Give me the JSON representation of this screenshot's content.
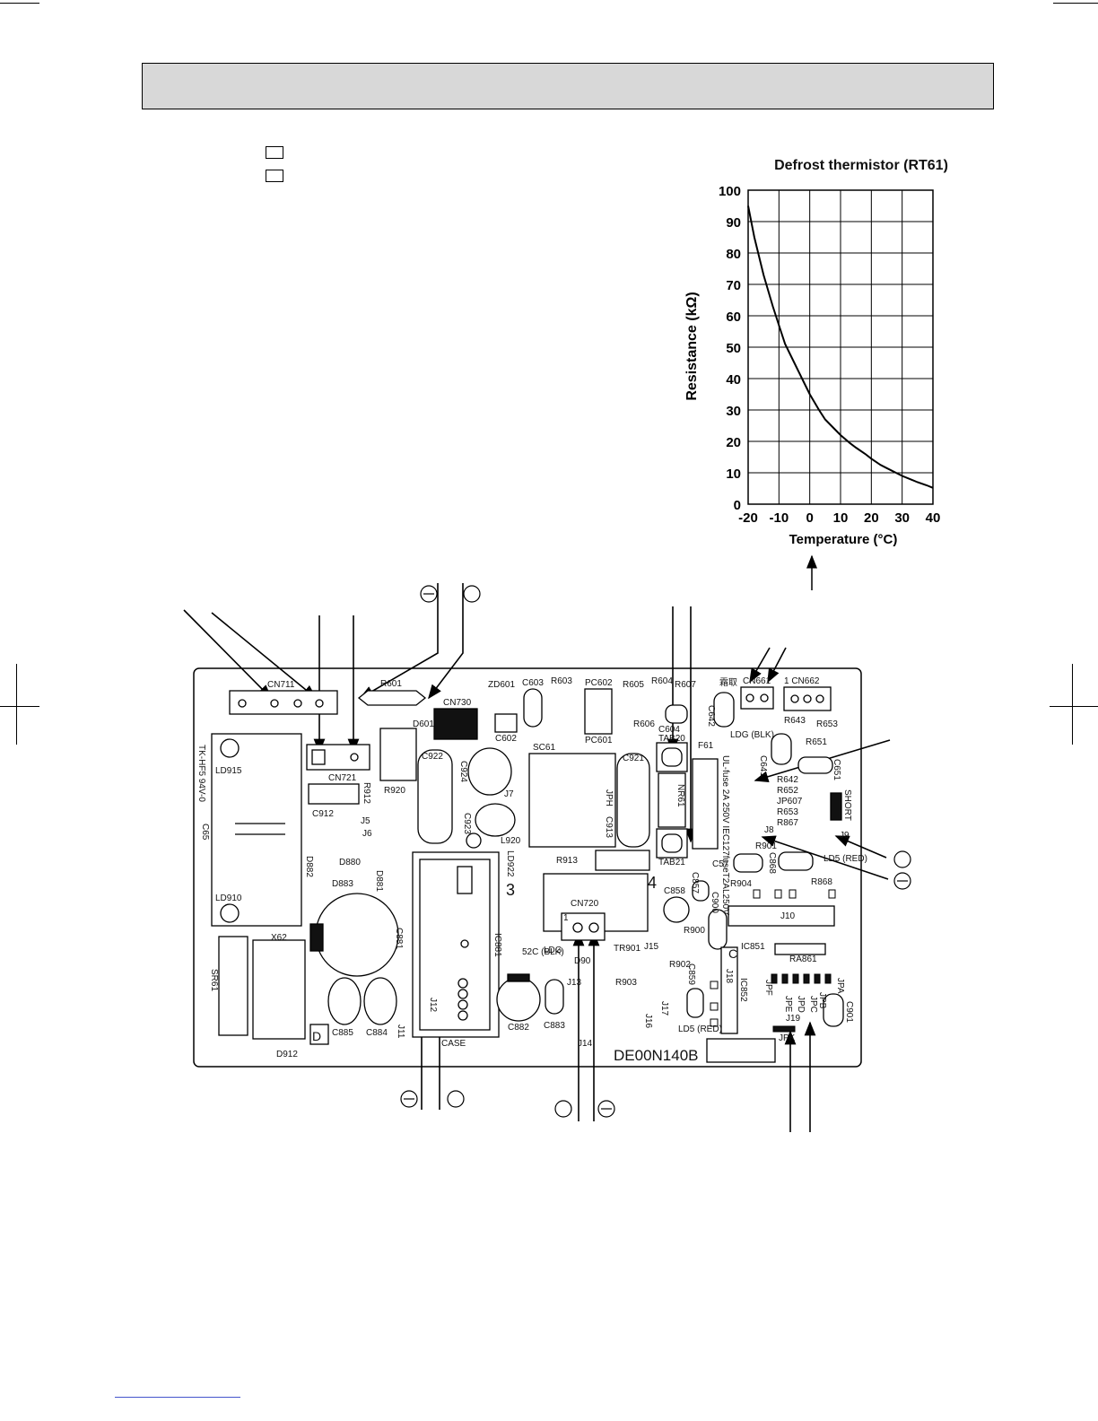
{
  "chart_data": {
    "type": "line",
    "title": "Defrost thermistor  (RT61)",
    "xlabel": "Temperature  (°C)",
    "ylabel": "Resistance  (kΩ)",
    "xlim": [
      -20,
      40
    ],
    "ylim": [
      0,
      100
    ],
    "x_ticks": [
      -20,
      -10,
      0,
      10,
      20,
      30,
      40
    ],
    "y_ticks": [
      0,
      10,
      20,
      30,
      40,
      50,
      60,
      70,
      80,
      90,
      100
    ],
    "grid": true,
    "series": [
      {
        "x": [
          -20,
          -18,
          -15,
          -12,
          -10,
          -8,
          -5,
          -2,
          0,
          3,
          5,
          8,
          10,
          13,
          15,
          18,
          20,
          23,
          25,
          28,
          30,
          33,
          35,
          38,
          40
        ],
        "y": [
          95,
          85,
          73,
          63,
          57,
          51,
          45,
          39,
          35,
          30,
          27,
          24,
          22,
          19.5,
          18,
          16,
          14.5,
          12.5,
          11.5,
          10,
          9,
          7.8,
          7,
          6,
          5.2
        ]
      }
    ]
  },
  "board": {
    "label": "DE00N140B",
    "components": [
      {
        "id": "cn711",
        "label": "CN711"
      },
      {
        "id": "cn721",
        "label": "CN721"
      },
      {
        "id": "r601",
        "label": "R601"
      },
      {
        "id": "cn730",
        "label": "CN730"
      },
      {
        "id": "d601",
        "label": "D601"
      },
      {
        "id": "zd601",
        "label": "ZD601"
      },
      {
        "id": "c603",
        "label": "C603"
      },
      {
        "id": "r603",
        "label": "R603"
      },
      {
        "id": "pc602",
        "label": "PC602"
      },
      {
        "id": "pc601",
        "label": "PC601"
      },
      {
        "id": "r605",
        "label": "R605"
      },
      {
        "id": "r604",
        "label": "R604"
      },
      {
        "id": "r607",
        "label": "R607"
      },
      {
        "id": "r606",
        "label": "R606"
      },
      {
        "id": "c602",
        "label": "C602"
      },
      {
        "id": "c604",
        "label": "C604"
      },
      {
        "id": "tab20",
        "label": "TAB20"
      },
      {
        "id": "c642",
        "label": "C642"
      },
      {
        "id": "cn661",
        "label": "CN661"
      },
      {
        "id": "cn662",
        "label": "1 CN662"
      },
      {
        "id": "r643",
        "label": "R643"
      },
      {
        "id": "r653",
        "label": "R653"
      },
      {
        "id": "r651",
        "label": "R651"
      },
      {
        "id": "c651",
        "label": "C651"
      },
      {
        "id": "r642",
        "label": "R642"
      },
      {
        "id": "r652",
        "label": "R652"
      },
      {
        "id": "jp607",
        "label": "JP607"
      },
      {
        "id": "r653b",
        "label": "R653"
      },
      {
        "id": "r867",
        "label": "R867"
      },
      {
        "id": "j8",
        "label": "J8"
      },
      {
        "id": "j9",
        "label": "J9"
      },
      {
        "id": "short",
        "label": "SHORT"
      },
      {
        "id": "ldg1",
        "label": "LDG (BLK)"
      },
      {
        "id": "c641",
        "label": "C641"
      },
      {
        "id": "f61",
        "label": "F61"
      },
      {
        "id": "fuse",
        "label": "UL-fuse 2A 250V IEC127fuseT2AL250V"
      },
      {
        "id": "nr61",
        "label": "NR61"
      },
      {
        "id": "tab21",
        "label": "TAB21"
      },
      {
        "id": "c921",
        "label": "C921"
      },
      {
        "id": "jph",
        "label": "JPH"
      },
      {
        "id": "c913",
        "label": "C913"
      },
      {
        "id": "sc61",
        "label": "SC61"
      },
      {
        "id": "c922",
        "label": "C922"
      },
      {
        "id": "c924",
        "label": "C924"
      },
      {
        "id": "j7",
        "label": "J7"
      },
      {
        "id": "c923",
        "label": "C923"
      },
      {
        "id": "l920",
        "label": "L920"
      },
      {
        "id": "r920",
        "label": "R920"
      },
      {
        "id": "r912",
        "label": "R912"
      },
      {
        "id": "c912",
        "label": "C912"
      },
      {
        "id": "ld915",
        "label": "LD915"
      },
      {
        "id": "c65",
        "label": "C65"
      },
      {
        "id": "ld910",
        "label": "LD910"
      },
      {
        "id": "tk",
        "label": "TK-HF5 94V-0"
      },
      {
        "id": "j5",
        "label": "J5"
      },
      {
        "id": "j6",
        "label": "J6"
      },
      {
        "id": "d880",
        "label": "D880"
      },
      {
        "id": "d882",
        "label": "D882"
      },
      {
        "id": "d881",
        "label": "D881"
      },
      {
        "id": "d883",
        "label": "D883"
      },
      {
        "id": "c881",
        "label": "C881"
      },
      {
        "id": "ld922",
        "label": "LD922"
      },
      {
        "id": "r913",
        "label": "R913"
      },
      {
        "id": "ic881",
        "label": "IC881"
      },
      {
        "id": "cn720",
        "label": "CN720"
      },
      {
        "id": "52c",
        "label": "52C (BLK)"
      },
      {
        "id": "ldg2",
        "label": "LDG"
      },
      {
        "id": "d90",
        "label": "D90"
      },
      {
        "id": "tr901",
        "label": "TR901"
      },
      {
        "id": "r903",
        "label": "R903"
      },
      {
        "id": "j15",
        "label": "J15"
      },
      {
        "id": "j13",
        "label": "J13"
      },
      {
        "id": "j14",
        "label": "J14"
      },
      {
        "id": "j12",
        "label": "J12"
      },
      {
        "id": "case",
        "label": "CASE"
      },
      {
        "id": "c882",
        "label": "C882"
      },
      {
        "id": "c883",
        "label": "C883"
      },
      {
        "id": "c885",
        "label": "C885"
      },
      {
        "id": "c884",
        "label": "C884"
      },
      {
        "id": "j11",
        "label": "J11"
      },
      {
        "id": "x62",
        "label": "X62"
      },
      {
        "id": "sr61",
        "label": "SR61"
      },
      {
        "id": "d912",
        "label": "D912"
      },
      {
        "id": "d",
        "label": "D"
      },
      {
        "id": "c857",
        "label": "C857"
      },
      {
        "id": "c858",
        "label": "C858"
      },
      {
        "id": "r900",
        "label": "R900"
      },
      {
        "id": "c900",
        "label": "C900"
      },
      {
        "id": "r902",
        "label": "R902"
      },
      {
        "id": "c859",
        "label": "C859"
      },
      {
        "id": "j17",
        "label": "J17"
      },
      {
        "id": "j16",
        "label": "J16"
      },
      {
        "id": "ld5b",
        "label": "LD5 (RED)"
      },
      {
        "id": "j18",
        "label": "J18"
      },
      {
        "id": "ic852",
        "label": "IC852"
      },
      {
        "id": "ic851",
        "label": "IC851"
      },
      {
        "id": "ra861",
        "label": "RA861"
      },
      {
        "id": "j10",
        "label": "J10"
      },
      {
        "id": "c57",
        "label": "C57"
      },
      {
        "id": "r904",
        "label": "R904"
      },
      {
        "id": "c868",
        "label": "C868"
      },
      {
        "id": "r901",
        "label": "R901"
      },
      {
        "id": "ld5a",
        "label": "LD5 (RED)"
      },
      {
        "id": "r868",
        "label": "R868"
      },
      {
        "id": "jpa",
        "label": "JPA"
      },
      {
        "id": "jpf",
        "label": "JPF"
      },
      {
        "id": "jpe",
        "label": "JPE"
      },
      {
        "id": "jpd",
        "label": "JPD"
      },
      {
        "id": "jpc",
        "label": "JPC"
      },
      {
        "id": "jpb",
        "label": "JPB"
      },
      {
        "id": "j19",
        "label": "J19"
      },
      {
        "id": "jpk",
        "label": "JPK"
      },
      {
        "id": "c901",
        "label": "C901"
      },
      {
        "id": "n3",
        "label": "3"
      },
      {
        "id": "n4",
        "label": "4"
      },
      {
        "id": "n1",
        "label": "1"
      },
      {
        "id": "c",
        "label": "C"
      },
      {
        "id": "kanji",
        "label": "霜取"
      }
    ]
  }
}
